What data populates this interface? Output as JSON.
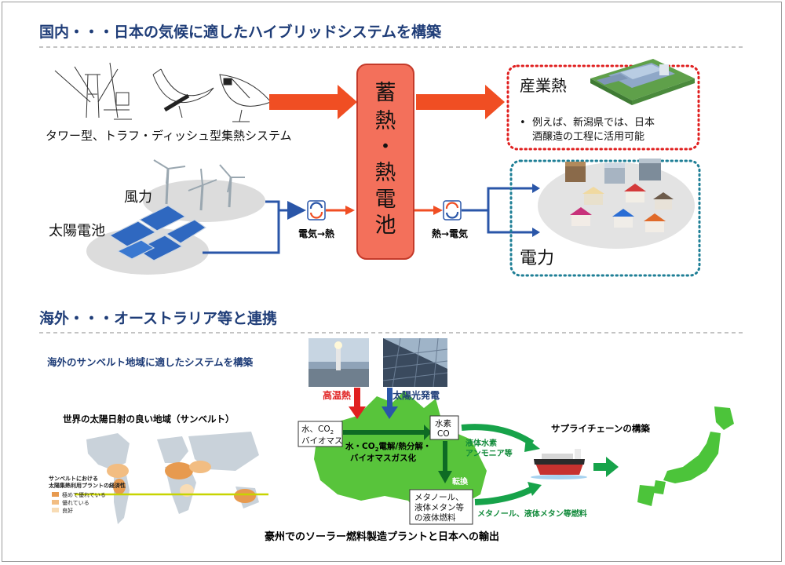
{
  "domestic": {
    "heading": "国内・・・日本の気候に適したハイブリッドシステムを構築",
    "csp_caption": "タワー型、トラフ・ディッシュ型集熱システム",
    "storage_text": [
      "蓄",
      "熱",
      "・",
      "熱",
      "電",
      "池"
    ],
    "wind_label": "風力",
    "solar_label": "太陽電池",
    "conv_elec_to_heat": "電気→熱",
    "conv_heat_to_elec": "熱→電気",
    "industrial_heat": {
      "title": "産業熱",
      "bullet": "•",
      "line1": "例えば、新潟県では、日本",
      "line2": "酒醸造の工程に活用可能"
    },
    "power_label": "電力"
  },
  "overseas": {
    "heading": "海外・・・オーストラリア等と連携",
    "subheading": "海外のサンベルト地域に適したシステムを構築",
    "map_title": "世界の太陽日射の良い地域（サンベルト）",
    "legend": {
      "title1": "サンベルトにおける",
      "title2": "太陽集熱利用プラントの経済性",
      "items": [
        {
          "label": "極めて優れている",
          "color": "#e79a4f"
        },
        {
          "label": "優れている",
          "color": "#f2bd82"
        },
        {
          "label": "良好",
          "color": "#f8dcb5"
        }
      ]
    },
    "high_temp_heat": "高温熱",
    "pv_power": "太陽光発電",
    "input_box": [
      "水、CO",
      "2",
      "バイオマス"
    ],
    "process_line1_a": "水・CO",
    "process_line1_sub": "2",
    "process_line1_b": "電解/熱分解・",
    "process_line2": "バイオマスガス化",
    "h2co_box": [
      "水素",
      "CO"
    ],
    "conversion": "転換",
    "methanol_box": [
      "メタノール、",
      "液体メタン等",
      "の液体燃料"
    ],
    "liquid_h2": [
      "液体水素",
      "アンモニア等"
    ],
    "methanol_export": "メタノール、液体メタン等燃料",
    "supply_chain": "サプライチェーンの構築",
    "bottom_caption": "豪州でのソーラー燃料製造プラントと日本への輸出"
  },
  "colors": {
    "heading": "#1f3d78",
    "red_arrow": "#f04e23",
    "blue_line": "#2a56a8",
    "storage_fill": "#f3705b",
    "storage_border": "#c43a2a",
    "red_dots": "#e02020",
    "teal_dots": "#1f7f96",
    "australia": "#58c43b",
    "green_arrow": "#17a34a"
  }
}
